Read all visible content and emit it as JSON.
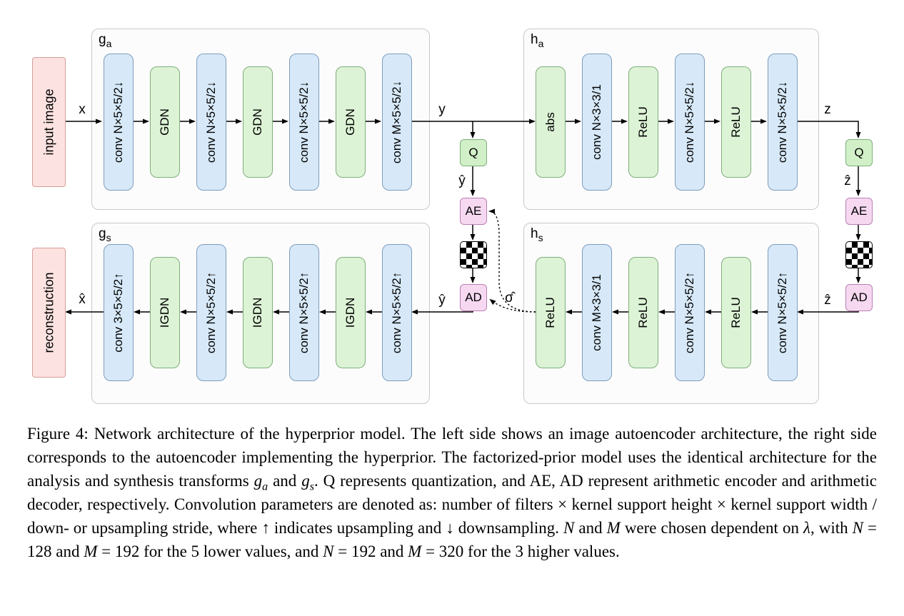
{
  "figure": {
    "ga": {
      "base": "g",
      "sub": "a",
      "blocks": [
        {
          "label": "conv N×5×5/2↓"
        },
        {
          "label": "GDN"
        },
        {
          "label": "conv N×5×5/2↓"
        },
        {
          "label": "GDN"
        },
        {
          "label": "conv N×5×5/2↓"
        },
        {
          "label": "GDN"
        },
        {
          "label": "conv M×5×5/2↓"
        }
      ]
    },
    "ha": {
      "base": "h",
      "sub": "a",
      "blocks": [
        {
          "label": "abs"
        },
        {
          "label": "conv N×3×3/1"
        },
        {
          "label": "ReLU"
        },
        {
          "label": "conv N×5×5/2↓"
        },
        {
          "label": "ReLU"
        },
        {
          "label": "conv N×5×5/2↓"
        }
      ]
    },
    "gs": {
      "base": "g",
      "sub": "s",
      "blocks": [
        {
          "label": "conv 3×5×5/2↑"
        },
        {
          "label": "IGDN"
        },
        {
          "label": "conv N×5×5/2↑"
        },
        {
          "label": "IGDN"
        },
        {
          "label": "conv N×5×5/2↑"
        },
        {
          "label": "IGDN"
        },
        {
          "label": "conv N×5×5/2↑"
        }
      ]
    },
    "hs": {
      "base": "h",
      "sub": "s",
      "blocks": [
        {
          "label": "ReLU"
        },
        {
          "label": "conv M×3×3/1"
        },
        {
          "label": "ReLU"
        },
        {
          "label": "conv N×5×5/2↑"
        },
        {
          "label": "ReLU"
        },
        {
          "label": "conv N×5×5/2↑"
        }
      ]
    },
    "io": {
      "input": "input image",
      "output": "reconstruction"
    },
    "codec": {
      "q": "Q",
      "ae": "AE",
      "ad": "AD"
    },
    "signals": {
      "x": "x",
      "y": "y",
      "z": "z",
      "x_hat": "x̂",
      "y_hat": "ŷ",
      "z_hat": "ẑ",
      "sigma_hat": "σ̂"
    }
  },
  "colors": {
    "conv-fill": "#d7e9f8",
    "conv-border": "#7e9cbe",
    "act-fill": "#ddf3d6",
    "act-border": "#7fae7a",
    "q-fill": "#d2f0c8",
    "codec-fill": "#f6d9f1",
    "codec-border": "#bb7fb4",
    "io-fill": "#fce3e1",
    "io-border": "#d49c96",
    "container-border": "#c9c9c9"
  },
  "caption": {
    "runs": [
      {
        "t": "Figure 4: Network architecture of the hyperprior model. The left side shows an image autoencoder architecture, the right side corresponds to the autoencoder implementing the hyperprior. The factorized-prior model uses the identical architecture for the analysis and synthesis transforms "
      },
      {
        "t": "g",
        "i": true
      },
      {
        "t": "a",
        "i": true,
        "sub": true
      },
      {
        "t": " and "
      },
      {
        "t": "g",
        "i": true
      },
      {
        "t": "s",
        "i": true,
        "sub": true
      },
      {
        "t": ". Q represents quantization, and AE, AD represent arithmetic encoder and arithmetic decoder, respectively. Convolution parameters are denoted as: number of filters × kernel support height × kernel support width / down- or upsampling stride, where ↑ indicates upsampling and ↓ downsampling. "
      },
      {
        "t": "N",
        "i": true
      },
      {
        "t": " and "
      },
      {
        "t": "M",
        "i": true
      },
      {
        "t": " were chosen dependent on "
      },
      {
        "t": "λ",
        "i": true
      },
      {
        "t": ", with "
      },
      {
        "t": "N",
        "i": true
      },
      {
        "t": " = 128 and "
      },
      {
        "t": "M",
        "i": true
      },
      {
        "t": " = 192 for the 5 lower values, and "
      },
      {
        "t": "N",
        "i": true
      },
      {
        "t": " = 192 and "
      },
      {
        "t": "M",
        "i": true
      },
      {
        "t": " = 320 for the 3 higher values."
      }
    ]
  }
}
